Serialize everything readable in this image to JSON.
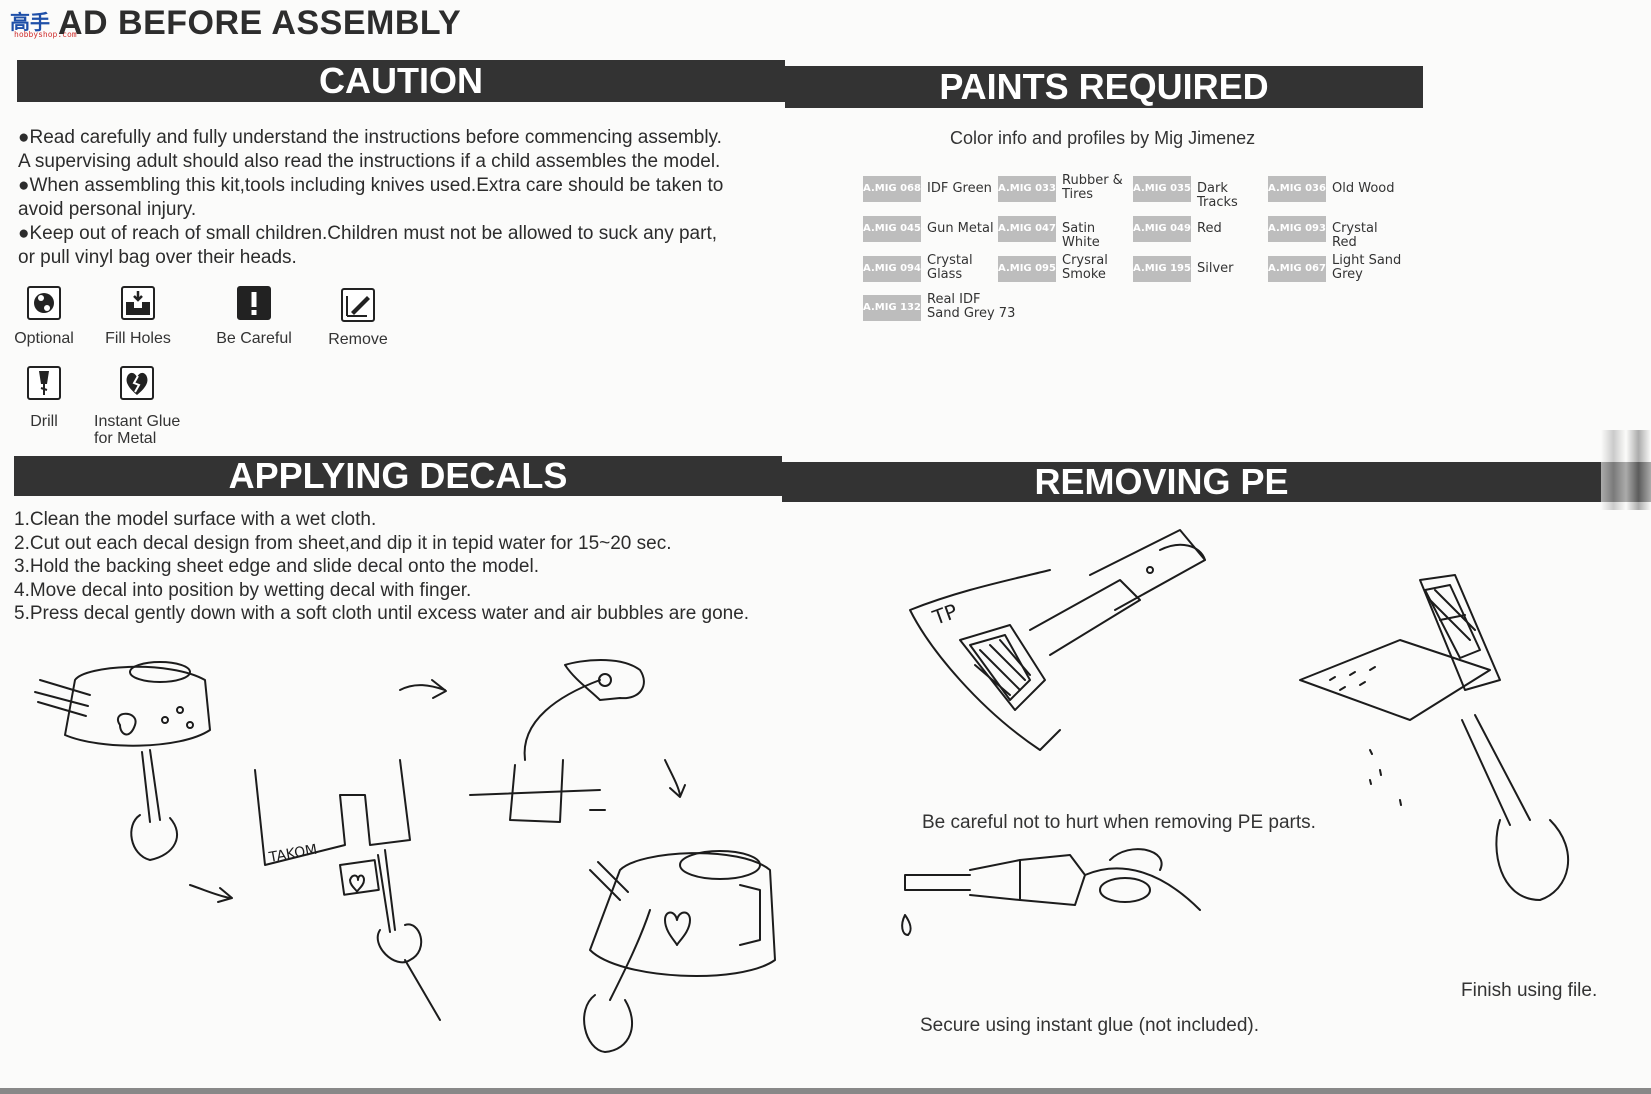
{
  "header": {
    "title": "AD BEFORE ASSEMBLY",
    "logo_text": "高手",
    "logo_sub": "hobbyshop.com"
  },
  "caution": {
    "title": "CAUTION",
    "lines": [
      "●Read carefully and fully understand the instructions before commencing assembly.",
      "A supervising adult should also read the instructions if a child assembles the model.",
      "●When assembling this kit,tools including knives used.Extra care should be taken to",
      "avoid personal injury.",
      "●Keep out of reach of small children.Children must not be allowed to suck any part,",
      "or pull vinyl bag over their heads."
    ],
    "icons": [
      {
        "icon": "optional-icon",
        "label": "Optional"
      },
      {
        "icon": "fill-holes-icon",
        "label": "Fill Holes"
      },
      {
        "icon": "be-careful-icon",
        "label": "Be Careful"
      },
      {
        "icon": "remove-icon",
        "label": "Remove"
      },
      {
        "icon": "drill-icon",
        "label": "Drill"
      },
      {
        "icon": "instant-glue-icon",
        "label": "Instant Glue\nfor Metal"
      }
    ]
  },
  "paints": {
    "title": "PAINTS REQUIRED",
    "subtitle": "Color info and profiles by Mig Jimenez",
    "items": [
      {
        "code": "A.MIG 068",
        "name": "IDF Green"
      },
      {
        "code": "A.MIG 033",
        "name": "Rubber & Tires"
      },
      {
        "code": "A.MIG 035",
        "name": "Dark Tracks"
      },
      {
        "code": "A.MIG 036",
        "name": "Old Wood"
      },
      {
        "code": "A.MIG 045",
        "name": "Gun Metal"
      },
      {
        "code": "A.MIG 047",
        "name": "Satin White"
      },
      {
        "code": "A.MIG 049",
        "name": "Red"
      },
      {
        "code": "A.MIG 093",
        "name": "Crystal Red"
      },
      {
        "code": "A.MIG 094",
        "name": "Crystal Glass"
      },
      {
        "code": "A.MIG 095",
        "name": "Crysral Smoke"
      },
      {
        "code": "A.MIG 195",
        "name": "Silver"
      },
      {
        "code": "A.MIG 067",
        "name": "Light Sand Grey"
      },
      {
        "code": "A.MIG 132",
        "name": "Real IDF Sand Grey 73"
      }
    ]
  },
  "decals": {
    "title": "APPLYING DECALS",
    "steps": [
      "1.Clean the model surface with a wet cloth.",
      "2.Cut out each decal design from sheet,and dip it in tepid water for 15~20 sec.",
      "3.Hold the backing sheet edge and slide decal onto the model.",
      "4.Move decal into position by wetting decal with finger.",
      "5.Press decal gently down with a soft cloth until excess water and air bubbles are gone."
    ],
    "sheet_label": "TAKOM"
  },
  "pe": {
    "title": "REMOVING PE",
    "frame_label": "TP",
    "caption_careful": "Be careful not to hurt when removing PE parts.",
    "caption_glue": "Secure using instant glue (not included).",
    "caption_file": "Finish using file."
  }
}
